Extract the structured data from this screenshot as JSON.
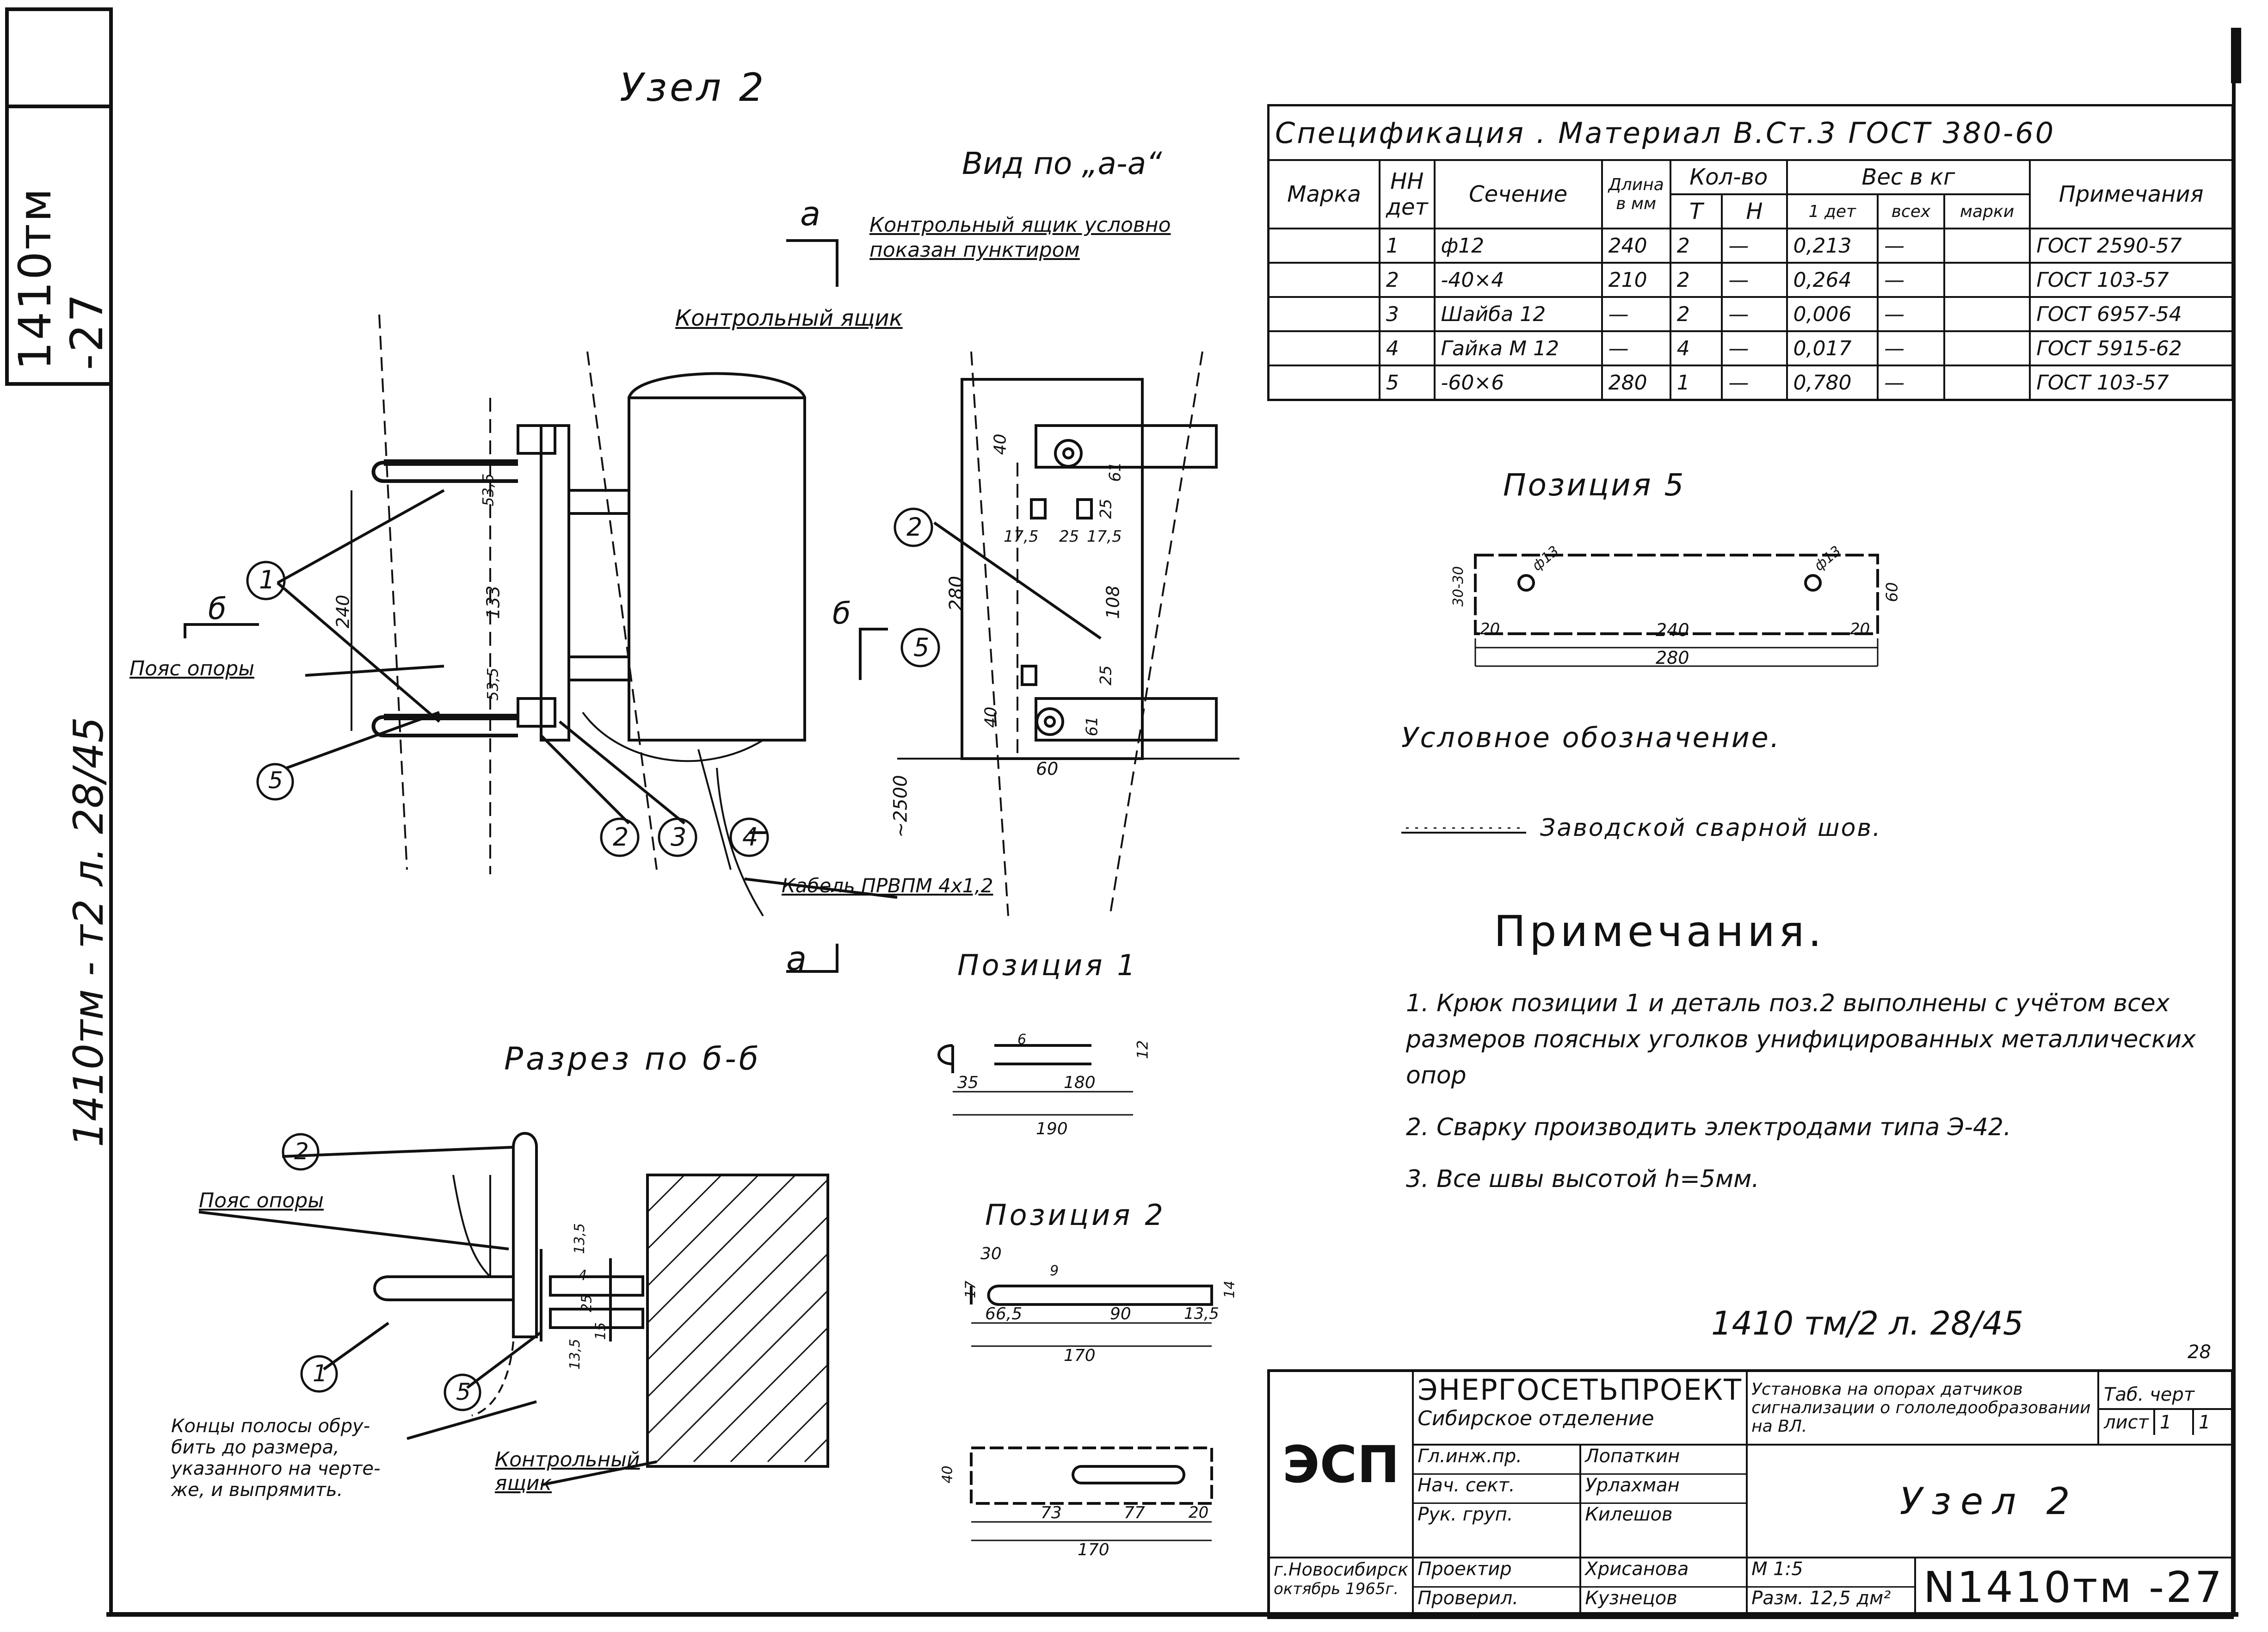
{
  "side_stamp": {
    "code": "1410тм -27",
    "ref": "1410тм - т2 л. 28/45"
  },
  "uzel_title": "Узел 2",
  "view_title": "Вид по „а-а“",
  "section_mark_a": "а",
  "section_mark_b": "б",
  "labels": {
    "control_box_dashed": "Контрольный ящик условно показан пунктиром",
    "control_box": "Контрольный ящик",
    "belt": "Пояс опоры",
    "cable": "Кабель ПРВПМ 4х1,2",
    "control_box_2": "Контрольный ящик",
    "belt_2": "Пояс опоры",
    "strip_note": "Концы полосы обру-бить до размера, указанного на черте-же, и выпрямить."
  },
  "dims": {
    "d240": "240",
    "d53_5a": "53,5",
    "d133": "133",
    "d53_5b": "53,5",
    "d40a": "40",
    "d40b": "40",
    "d280": "280",
    "d17_5": "17,5",
    "d25": "25",
    "d17_5b": "17,5",
    "d25b": "25",
    "d108": "108",
    "d61a": "61",
    "d61b": "61",
    "d25c": "25",
    "d60": "60",
    "d2500": "~2500",
    "p1_35": "35",
    "p1_180": "180",
    "p1_190": "190",
    "p1_6": "6",
    "p1_12": "12",
    "p2_30": "30",
    "p2_66": "66,5",
    "p2_90": "90",
    "p2_13": "13,5",
    "p2_170": "170",
    "p2_17": "17",
    "p2_9": "9",
    "p2_14": "14",
    "p3_73": "73",
    "p3_77": "77",
    "p3_20": "20",
    "p3_170": "170",
    "p3_40": "40",
    "p5_240": "240",
    "p5_280": "280",
    "p5_20a": "20",
    "p5_20b": "20",
    "p5_60": "60",
    "p5_30": "30-30",
    "p5_13a": "ф13",
    "p5_13b": "ф13",
    "r_13_5": "13,5",
    "r_4": "4",
    "r_25": "25",
    "r_15": "15",
    "r_13b": "13,5"
  },
  "position1_title": "Позиция 1",
  "position2_title": "Позиция 2",
  "position5_title": "Позиция 5",
  "section_title": "Разрез по б-б",
  "legend_title": "Условное обозначение.",
  "legend_text": "Заводской сварной шов.",
  "notes_title": "Примечания.",
  "notes": [
    "1. Крюк позиции 1 и деталь поз.2 выполнены с учётом всех размеров поясных уголков унифицированных металлических опор",
    "2. Сварку производить электродами типа Э-42.",
    "3. Все швы высотой h=5мм."
  ],
  "bottom_ref": "1410 тм/2 л. 28/45",
  "corner_number": "28",
  "spec": {
    "title": "Спецификация .   Материал  В.Ст.3     ГОСТ 380-60",
    "headers": {
      "marka": "Марка",
      "det": "НН дет",
      "sech": "Сечение",
      "dlina": "Длина в мм",
      "kolvo": "Кол-во",
      "t": "Т",
      "n": "Н",
      "ves": "Вес в кг",
      "w1": "1 дет",
      "wall": "всех",
      "wm": "марки",
      "prim": "Примечания"
    },
    "rows": [
      {
        "det": "1",
        "sech": "ф12",
        "len": "240",
        "t": "2",
        "n": "—",
        "w1": "0,213",
        "wall": "—",
        "prim": "ГОСТ 2590-57"
      },
      {
        "det": "2",
        "sech": "-40×4",
        "len": "210",
        "t": "2",
        "n": "—",
        "w1": "0,264",
        "wall": "—",
        "prim": "ГОСТ 103-57"
      },
      {
        "det": "3",
        "sech": "Шайба 12",
        "len": "—",
        "t": "2",
        "n": "—",
        "w1": "0,006",
        "wall": "—",
        "prim": "ГОСТ 6957-54"
      },
      {
        "det": "4",
        "sech": "Гайка М 12",
        "len": "—",
        "t": "4",
        "n": "—",
        "w1": "0,017",
        "wall": "—",
        "prim": "ГОСТ 5915-62"
      },
      {
        "det": "5",
        "sech": "-60×6",
        "len": "280",
        "t": "1",
        "n": "—",
        "w1": "0,780",
        "wall": "—",
        "prim": "ГОСТ 103-57"
      }
    ]
  },
  "title_block": {
    "logo": "ЭСП",
    "org": "ЭНЕРГОСЕТЬПРОЕКТ",
    "branch": "Сибирское отделение",
    "subject": "Установка на опорах датчиков сигнализации о гололедообразовании на ВЛ.",
    "tab_label": "Таб. черт",
    "sheet_label": "лист",
    "sheet_a": "1",
    "sheet_b": "1",
    "roles": [
      "Гл.инж.пр.",
      "Нач. сект.",
      "Рук. груп.",
      "Проектир",
      "Проверил."
    ],
    "names": [
      "Лопаткин",
      "Урлахман",
      "Килешов",
      "Хрисанова",
      "Кузнецов"
    ],
    "city": "г.Новосибирск",
    "date": "октябрь 1965г.",
    "drawing_title": "Узел 2",
    "scale": "М 1:5",
    "format": "Разм. 12,5 дм²",
    "number": "N1410тм -27"
  }
}
